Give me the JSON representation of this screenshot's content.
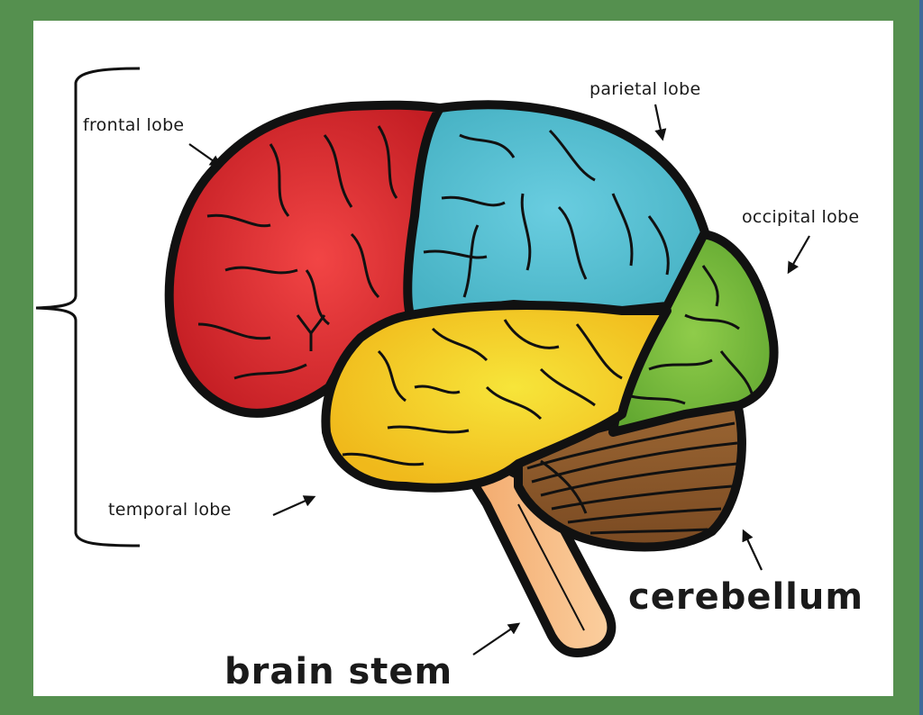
{
  "diagram": {
    "subject": "Brain lateral view",
    "colors": {
      "frame": "#55904f",
      "panel": "#ffffff",
      "frontal_lobe": "#e23b3b",
      "parietal_lobe": "#5cc3d3",
      "occipital_lobe": "#7dbf3e",
      "temporal_lobe": "#f5d327",
      "cerebellum": "#8a5a2b",
      "brain_stem": "#f6b77e",
      "outline": "#111111"
    },
    "labels": {
      "frontal_lobe": "frontal lobe",
      "parietal_lobe": "parietal lobe",
      "occipital_lobe": "occipital lobe",
      "temporal_lobe": "temporal lobe",
      "cerebellum": "cerebellum",
      "brain_stem": "brain stem"
    },
    "bracket": "cerebrum grouping brace spanning frontal to temporal lobe"
  }
}
